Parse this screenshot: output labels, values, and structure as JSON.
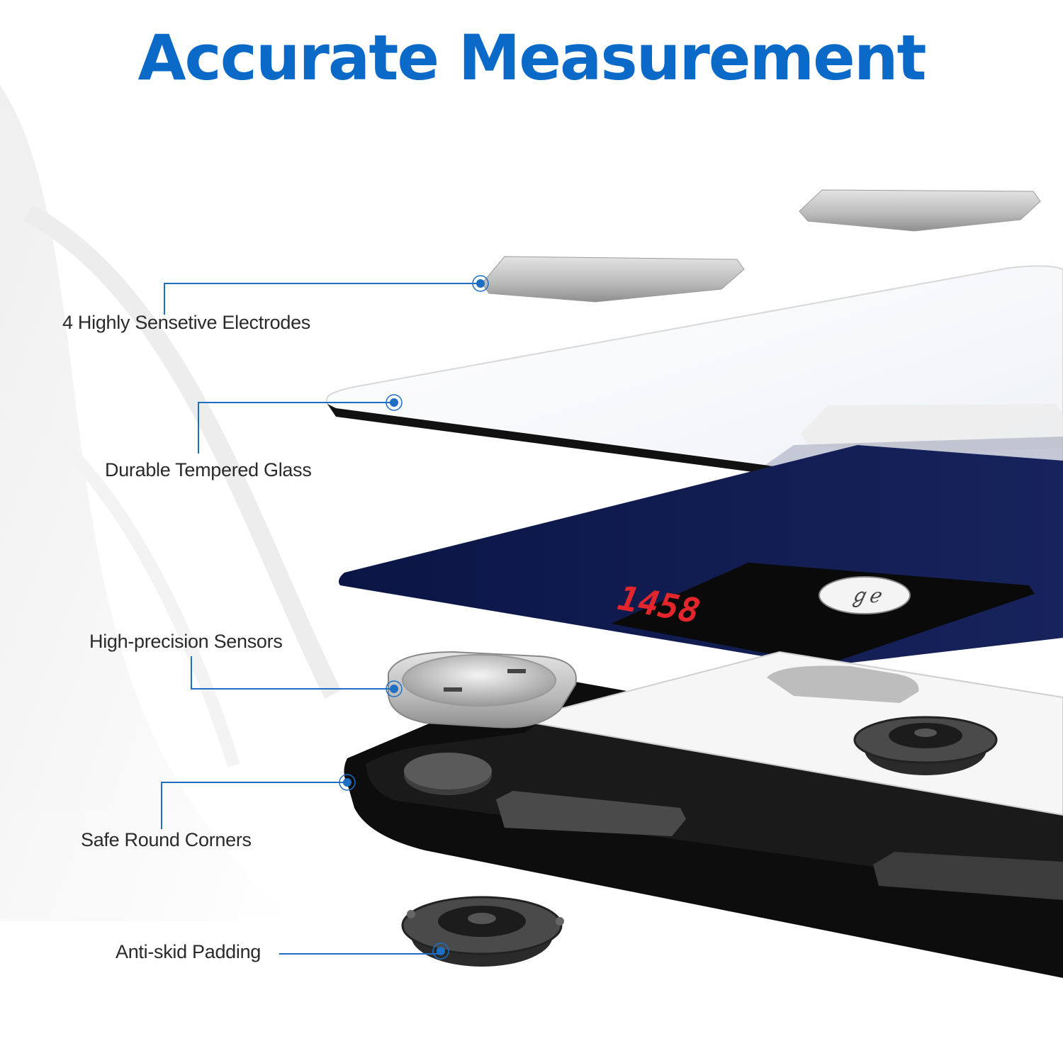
{
  "headline": {
    "text": "Accurate Measurement"
  },
  "colors": {
    "headline": "#0b69c8",
    "leader_line": "#1e6fc4",
    "glass_panel": "#0e1a4e",
    "display_digits": "#e3262b",
    "frame": "#111111",
    "electrode": "#c9c9c9"
  },
  "callouts": [
    {
      "label": "4 Highly Sensetive Electrodes",
      "target": "electrode"
    },
    {
      "label": "Durable Tempered Glass",
      "target": "glass"
    },
    {
      "label": "High-precision Sensors",
      "target": "sensor"
    },
    {
      "label": "Safe Round Corners",
      "target": "frame-corner"
    },
    {
      "label": "Anti-skid Padding",
      "target": "foot-pad"
    }
  ],
  "display": {
    "reading": "1458",
    "logo_icon": "scale-logo-icon"
  }
}
